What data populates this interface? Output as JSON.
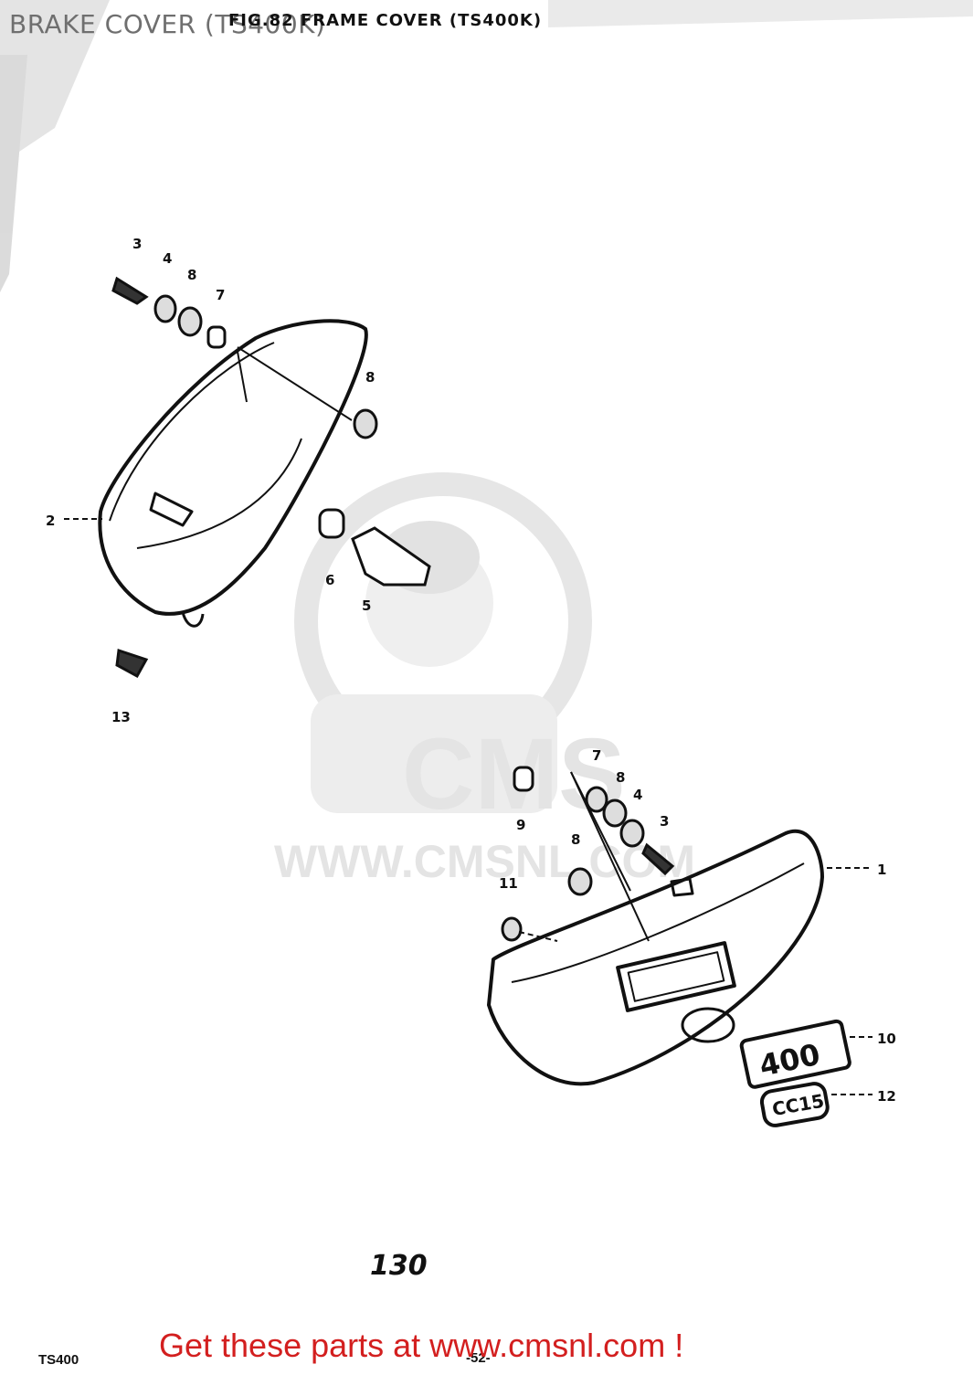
{
  "header": {
    "overlay_title": "BRAKE COVER (TS400K)",
    "figure_title": "FIG.82 FRAME COVER (TS400K)"
  },
  "watermark": {
    "logo_text": "CMS",
    "url_text": "WWW.CMSNL.COM"
  },
  "callouts": {
    "c1": "1",
    "c2": "2",
    "c3a": "3",
    "c3b": "3",
    "c4a": "4",
    "c4b": "4",
    "c5": "5",
    "c6": "6",
    "c7a": "7",
    "c7b": "7",
    "c8a": "8",
    "c8b": "8",
    "c8c": "8",
    "c8d": "8",
    "c9": "9",
    "c10": "10",
    "c11": "11",
    "c12": "12",
    "c13": "13"
  },
  "emblems": {
    "model_badge": "400",
    "cc_badge": "CC15"
  },
  "footer": {
    "page_number": "130",
    "model_code": "TS400",
    "sheet_code": "-52-",
    "promo": "Get these parts at www.cmsnl.com !"
  }
}
